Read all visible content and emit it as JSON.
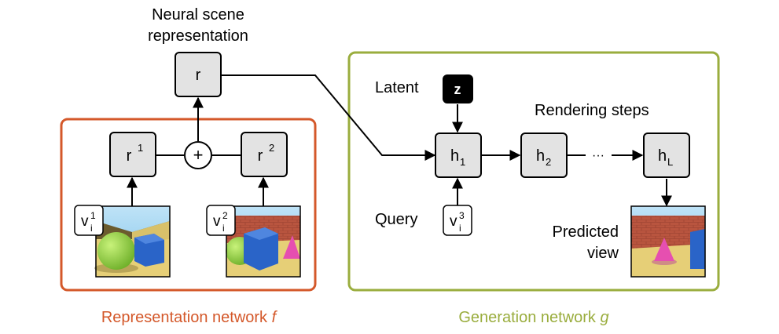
{
  "top_label_line1": "Neural scene",
  "top_label_line2": "representation",
  "nodes": {
    "r": "r",
    "r1_base": "r",
    "r1_sup": "1",
    "r2_base": "r",
    "r2_sup": "2",
    "plus": "+",
    "z": "z",
    "h1_base": "h",
    "h1_sub": "1",
    "h2_base": "h",
    "h2_sub": "2",
    "hL_base": "h",
    "hL_sub": "L",
    "ellipsis": "···",
    "v1_base": "v",
    "v1_sup": "1",
    "v1_sub": "i",
    "v2_base": "v",
    "v2_sup": "2",
    "v2_sub": "i",
    "v3_base": "v",
    "v3_sup": "3",
    "v3_sub": "i"
  },
  "labels": {
    "latent": "Latent",
    "rendering_steps": "Rendering steps",
    "query": "Query",
    "predicted_line1": "Predicted",
    "predicted_line2": "view",
    "representation_network": "Representation network ",
    "representation_network_symbol": "f",
    "generation_network": "Generation network ",
    "generation_network_symbol": "g"
  },
  "colors": {
    "representation": "#d4582a",
    "generation": "#9aad3e",
    "node_fill": "#e3e3e3",
    "latent_fill": "#000000"
  }
}
